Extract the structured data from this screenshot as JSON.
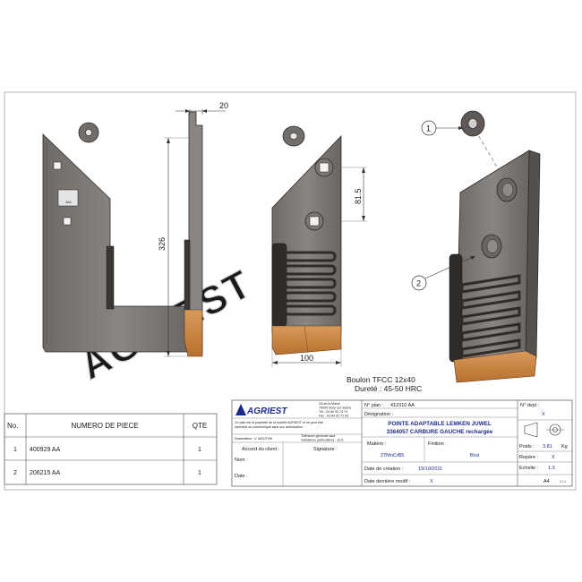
{
  "dims": {
    "width_label": "20",
    "height_label": "326",
    "hole_spacing_label": "81.5",
    "tip_width_label": "100"
  },
  "plate_mark": "3AA",
  "callouts": {
    "c1": "1",
    "c2": "2"
  },
  "watermark": "AGRIEST",
  "bolt_note": {
    "line1": "Boulon TFCC 12x40",
    "line2": "Dureté : 45-50 HRC"
  },
  "parts_table": {
    "headers": {
      "no": "No.",
      "part": "NUMERO DE PIECE",
      "qty": "QTE"
    },
    "rows": [
      {
        "no": "1",
        "part": "400929 AA",
        "qty": "1"
      },
      {
        "no": "2",
        "part": "206215 AA",
        "qty": "1"
      }
    ]
  },
  "title_block": {
    "logo": "AGRIEST",
    "address": [
      "ZA de la Maine",
      "70000 Scey sur Saône",
      "Tél.: 03 84 92 74 74",
      "Fax : 03 84 92 72 03"
    ],
    "legal_note": [
      "Ce plan est la propriété de la société AGRIEST et ne peut être",
      "reproduit ou communiqué sans son autorisation."
    ],
    "designer": "Dessinateur : V. MOUTON",
    "tolerance": [
      "Tolérance générale sauf",
      "indications particulières : ±0.5"
    ],
    "client_label": "Accord du client :",
    "signature_label": "Signature :",
    "name_label": "Nom :",
    "date_label": "Date :",
    "plan_no_label": "N° plan :",
    "plan_no": "412310 AA",
    "designation_label": "Désignation :",
    "designation_line1": "POINTE ADAPTABLE LEMKEN JUWEL",
    "designation_line2": "3364057 CARBURE GAUCHE rechargée",
    "dvpt_label": "N° dvpt :",
    "dvpt": "X",
    "material_label": "Matière :",
    "material": "27MnCrB5",
    "finish_label": "Finition :",
    "finish": "Brut",
    "weight_label": "Poids :",
    "weight": "3.81",
    "weight_unit": "Kg",
    "reference_label": "Repère :",
    "reference": "X",
    "scale_label": "Echelle :",
    "scale": "1:3",
    "created_label": "Date de création :",
    "created": "19/10/2011",
    "modified_label": "Date dernière modif :",
    "modified": "X",
    "format": "A4",
    "sheet": "1 / 1"
  }
}
